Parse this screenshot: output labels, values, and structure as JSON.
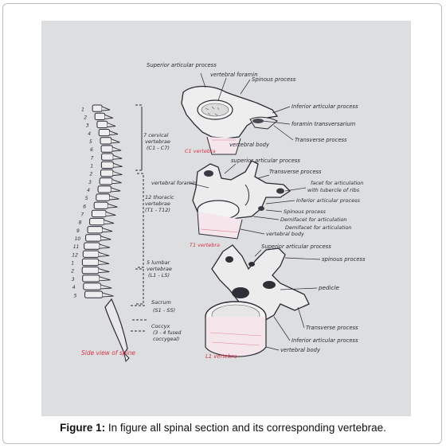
{
  "figure": {
    "caption_label": "Figure 1:",
    "caption_text": "In figure all spinal section and its corresponding vertebrae."
  },
  "drawing": {
    "spine_numbers": [
      "1",
      "2",
      "3",
      "4",
      "5",
      "6",
      "7",
      "1",
      "2",
      "3",
      "4",
      "5",
      "6",
      "7",
      "8",
      "9",
      "10",
      "11",
      "12",
      "1",
      "2",
      "3",
      "4",
      "5"
    ],
    "region_labels": [
      {
        "line1": "7 cervical",
        "line2": "vertebrae",
        "line3": "(C1 - C7)"
      },
      {
        "line1": "12 thoracic",
        "line2": "vertebrae",
        "line3": "(T1 - T12)"
      },
      {
        "line1": "5 lumbar",
        "line2": "vertebrae",
        "line3": "(L1 - L5)"
      },
      {
        "line1": "Sacrum",
        "line2": "(S1 - S5)",
        "line3": ""
      },
      {
        "line1": "Coccyx",
        "line2": "(3 - 4 fused",
        "line3": "coccygeal)"
      }
    ],
    "spine_caption": "Side view of spine",
    "cervical": {
      "tag": "C1 vertebra",
      "labels": [
        "Superior articular process",
        "vertebral foramin",
        "Spinous process",
        "Inferior articular process",
        "foramin transversarium",
        "Transverse process",
        "vertebral body"
      ]
    },
    "thoracic": {
      "tag": "T1 vertebra",
      "labels": [
        "superior articular process",
        "vertebral foramin",
        "Transverse process",
        "facet for articulation",
        "with tubercle of ribs",
        "Inferior articular process",
        "Spinous process",
        "Demifacet for articulation",
        "Demifacet for articulation",
        "vertebral body"
      ]
    },
    "lumbar": {
      "tag": "L1 vertebra",
      "labels": [
        "Superior articular process",
        "spinous process",
        "pedicle",
        "Transverse process",
        "Inferior articular process",
        "vertebral body"
      ]
    }
  }
}
